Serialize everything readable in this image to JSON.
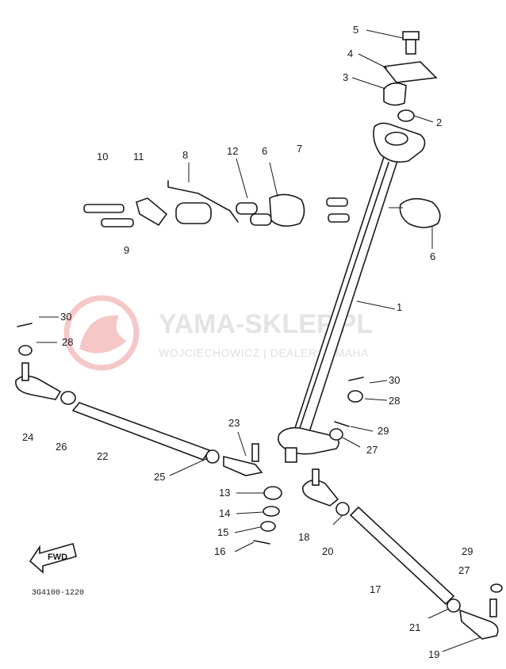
{
  "watermark": {
    "title": "YAMA-SKLEP.PL",
    "subtitle": "WOJCIECHOWICZ | DEALER YAMAHA",
    "logo_color": "#e23b3b"
  },
  "fwd_label": "FWD",
  "diagram_code": "3G4100-1220",
  "callouts": {
    "c1": "1",
    "c2": "2",
    "c3": "3",
    "c4": "4",
    "c5": "5",
    "c6a": "6",
    "c6b": "6",
    "c7": "7",
    "c8": "8",
    "c9": "9",
    "c10": "10",
    "c11": "11",
    "c12": "12",
    "c13": "13",
    "c14": "14",
    "c15": "15",
    "c16": "16",
    "c17": "17",
    "c18": "18",
    "c19": "19",
    "c20": "20",
    "c21": "21",
    "c22": "22",
    "c23": "23",
    "c24": "24",
    "c25": "25",
    "c26": "26",
    "c27a": "27",
    "c27b": "27",
    "c28a": "28",
    "c28b": "28",
    "c29a": "29",
    "c29b": "29",
    "c30a": "30",
    "c30b": "30"
  }
}
